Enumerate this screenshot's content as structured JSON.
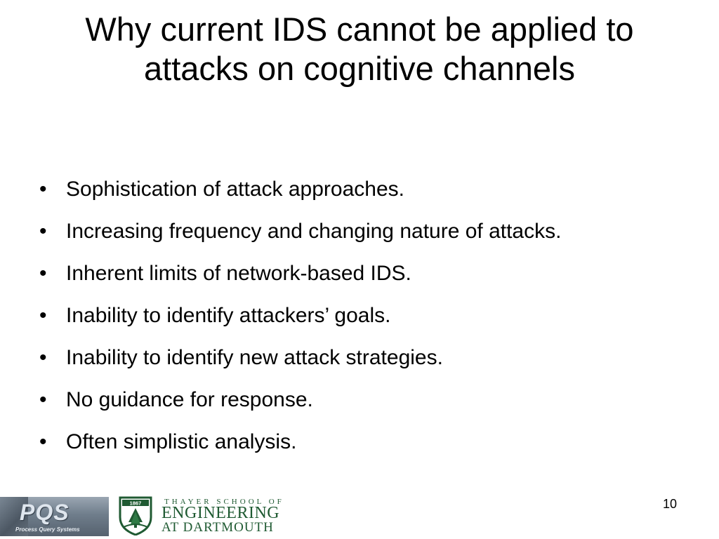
{
  "slide": {
    "title_lines": [
      "Why current IDS cannot be applied to",
      "attacks on cognitive channels"
    ],
    "bullets": [
      "Sophistication of attack approaches.",
      "Increasing frequency and changing nature of attacks.",
      "Inherent limits of network-based IDS.",
      "Inability to identify attackers’ goals.",
      "Inability to identify new attack strategies.",
      "No guidance for response.",
      "Often simplistic analysis."
    ],
    "bullet_glyph": "•",
    "page_number": "10"
  },
  "footer": {
    "pqs_logo": {
      "text": "PQS",
      "subtitle": "Process Query Systems"
    },
    "thayer_logo": {
      "year": "1867",
      "line1": "THAYER SCHOOL OF",
      "line2": "ENGINEERING",
      "line3": "AT DARTMOUTH",
      "brand_color": "#1f5a32"
    }
  }
}
